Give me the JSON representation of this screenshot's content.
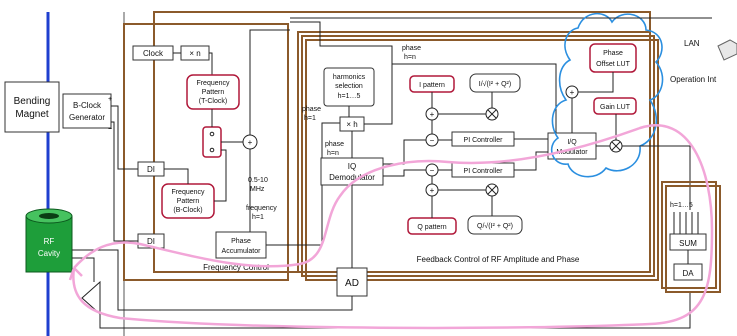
{
  "labels": {
    "bending_magnet_1": "Bending",
    "bending_magnet_2": "Magnet",
    "bclock_gen_1": "B-Clock",
    "bclock_gen_2": "Generator",
    "plus": "+",
    "minus": "−",
    "clock": "Clock",
    "times_n": "× n",
    "freq_pattern_t_1": "Frequency",
    "freq_pattern_t_2": "Pattern",
    "freq_pattern_t_3": "(T-Clock)",
    "di_top": "DI",
    "di_bottom": "DI",
    "freq_pattern_b_1": "Frequency",
    "freq_pattern_b_2": "Pattern",
    "freq_pattern_b_3": "(B-Clock)",
    "mhz_1": "0.5-10",
    "mhz_2": "MHz",
    "frequency_1": "frequency",
    "frequency_2": "h=1",
    "phase_acc_1": "Phase",
    "phase_acc_2": "Accumulator",
    "freq_control": "Frequency Control",
    "rf_cavity_1": "RF",
    "rf_cavity_2": "Cavity",
    "ad": "AD",
    "phase_h1_1": "phase",
    "phase_h1_2": "h=1",
    "harmonics_1": "harmonics",
    "harmonics_2": "selection",
    "harmonics_3": "h=1…5",
    "times_h": "× h",
    "phase_hn_left_1": "phase",
    "phase_hn_left_2": "h=n",
    "iq_demod_1": "IQ",
    "iq_demod_2": "Demodulator",
    "phase_hn_top_1": "phase",
    "phase_hn_top_2": "h=n",
    "i_pattern": "I pattern",
    "q_pattern": "Q pattern",
    "i_norm": "I/√(I² + Q²)",
    "q_norm": "Q/√(I² + Q²)",
    "pi_ctrl_top": "PI Controller",
    "pi_ctrl_bottom": "PI Controller",
    "iq_mod_1": "I/Q",
    "iq_mod_2": "Modulator",
    "phase_offset_1": "Phase",
    "phase_offset_2": "Offset LUT",
    "gain_lut": "Gain LUT",
    "lan": "LAN",
    "operation_interface": "Operation Int",
    "feedback_control": "Feedback Control of RF Amplitude and Phase",
    "h15": "h=1…5",
    "sum": "SUM",
    "da": "DA"
  },
  "colors": {
    "brown_frame": "#8b5a2b",
    "pink_loop": "#f2a6d8",
    "blue_cloud": "#2b8fe0",
    "beam_line": "#1f3fcf",
    "red_block": "#b0183a",
    "cavity_green": "#1e9e3a"
  }
}
